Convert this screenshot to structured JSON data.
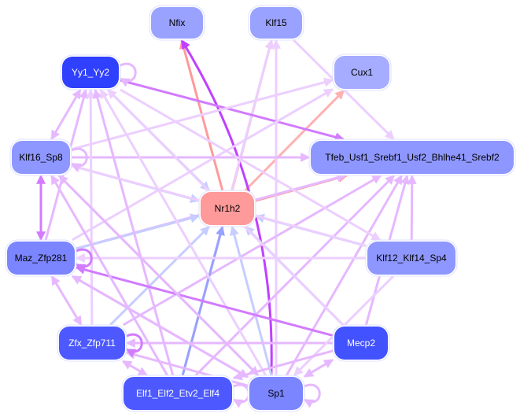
{
  "title": "Transcription factor regulatory network",
  "colors": {
    "edge_pink": "#ffb0b0",
    "edge_salmon": "#ff9a9a",
    "edge_violet": "#c040ff",
    "edge_purple_mid": "#d27bff",
    "edge_lilac": "#e6b8ff",
    "edge_lilac_light": "#eccfff",
    "edge_blue_light": "#c6cdff",
    "edge_blue_mid": "#97a1ff",
    "node_text_dark": "#000000",
    "node_text_light": "#ffffff"
  },
  "nodes": [
    {
      "id": "Nfix",
      "label": "Nfix",
      "fill": "#9aa2ff",
      "text": "dark"
    },
    {
      "id": "Klf15",
      "label": "Klf15",
      "fill": "#9aa2ff",
      "text": "dark"
    },
    {
      "id": "Yy1_Yy2",
      "label": "Yy1_Yy2",
      "fill": "#3040ff",
      "text": "light"
    },
    {
      "id": "Cux1",
      "label": "Cux1",
      "fill": "#a6acff",
      "text": "dark"
    },
    {
      "id": "Klf16_Sp8",
      "label": "Klf16_Sp8",
      "fill": "#8e97ff",
      "text": "dark"
    },
    {
      "id": "Tfeb",
      "label": "Tfeb_Usf1_Srebf1_Usf2_Bhlhe41_Srebf2",
      "fill": "#8e97ff",
      "text": "dark"
    },
    {
      "id": "Nr1h2",
      "label": "Nr1h2",
      "fill": "#ff9a9a",
      "text": "dark"
    },
    {
      "id": "Maz_Zfp281",
      "label": "Maz_Zfp281",
      "fill": "#7b85ff",
      "text": "dark"
    },
    {
      "id": "Klf12",
      "label": "Klf12_Klf14_Sp4",
      "fill": "#8e97ff",
      "text": "dark"
    },
    {
      "id": "Zfx_Zfp711",
      "label": "Zfx_Zfp711",
      "fill": "#4d59ff",
      "text": "light"
    },
    {
      "id": "Mecp2",
      "label": "Mecp2",
      "fill": "#4352ff",
      "text": "light"
    },
    {
      "id": "Elf",
      "label": "Elf1_Elf2_Etv2_Elf4",
      "fill": "#4d59ff",
      "text": "light"
    },
    {
      "id": "Sp1",
      "label": "Sp1",
      "fill": "#7b85ff",
      "text": "dark"
    }
  ],
  "edges": [
    {
      "from": "Nr1h2",
      "to": "Nfix",
      "color": "edge_salmon",
      "weight": 3
    },
    {
      "from": "Nr1h2",
      "to": "Klf15",
      "color": "edge_pink",
      "weight": 3
    },
    {
      "from": "Nr1h2",
      "to": "Cux1",
      "color": "edge_pink",
      "weight": 3
    },
    {
      "from": "Nr1h2",
      "to": "Tfeb",
      "color": "edge_salmon",
      "weight": 3
    },
    {
      "from": "Sp1",
      "to": "Nfix",
      "color": "edge_violet",
      "weight": 3,
      "curve": 0.15
    },
    {
      "from": "Sp1",
      "to": "Klf15",
      "color": "edge_lilac_light",
      "weight": 3
    },
    {
      "from": "Elf",
      "to": "Klf15",
      "color": "edge_lilac_light",
      "weight": 3
    },
    {
      "from": "Klf15",
      "to": "Tfeb",
      "color": "edge_lilac_light",
      "weight": 3
    },
    {
      "from": "Yy1_Yy2",
      "to": "Tfeb",
      "color": "edge_purple_mid",
      "weight": 3
    },
    {
      "from": "Klf16_Sp8",
      "to": "Cux1",
      "color": "edge_lilac_light",
      "weight": 3
    },
    {
      "from": "Maz_Zfp281",
      "to": "Cux1",
      "color": "edge_lilac_light",
      "weight": 3
    },
    {
      "from": "Klf16_Sp8",
      "to": "Tfeb",
      "color": "edge_lilac",
      "weight": 3
    },
    {
      "from": "Maz_Zfp281",
      "to": "Tfeb",
      "color": "edge_lilac",
      "weight": 3
    },
    {
      "from": "Zfx_Zfp711",
      "to": "Tfeb",
      "color": "edge_lilac",
      "weight": 3
    },
    {
      "from": "Elf",
      "to": "Tfeb",
      "color": "edge_lilac",
      "weight": 3
    },
    {
      "from": "Sp1",
      "to": "Tfeb",
      "color": "edge_lilac",
      "weight": 3
    },
    {
      "from": "Mecp2",
      "to": "Tfeb",
      "color": "edge_lilac",
      "weight": 3
    },
    {
      "from": "Klf12",
      "to": "Tfeb",
      "color": "edge_lilac",
      "weight": 3
    },
    {
      "from": "Yy1_Yy2",
      "to": "Klf12",
      "color": "edge_lilac_light",
      "weight": 3
    },
    {
      "from": "Yy1_Yy2",
      "to": "Nr1h2",
      "color": "edge_blue_light",
      "weight": 3
    },
    {
      "from": "Klf16_Sp8",
      "to": "Nr1h2",
      "color": "edge_blue_light",
      "weight": 3
    },
    {
      "from": "Maz_Zfp281",
      "to": "Nr1h2",
      "color": "edge_blue_light",
      "weight": 3
    },
    {
      "from": "Zfx_Zfp711",
      "to": "Nr1h2",
      "color": "edge_blue_light",
      "weight": 3
    },
    {
      "from": "Elf",
      "to": "Nr1h2",
      "color": "edge_blue_mid",
      "weight": 3
    },
    {
      "from": "Sp1",
      "to": "Nr1h2",
      "color": "edge_blue_light",
      "weight": 3
    },
    {
      "from": "Mecp2",
      "to": "Nr1h2",
      "color": "edge_blue_light",
      "weight": 3
    },
    {
      "from": "Klf12",
      "to": "Nr1h2",
      "color": "edge_blue_light",
      "weight": 3
    },
    {
      "from": "Klf16_Sp8",
      "to": "Yy1_Yy2",
      "color": "edge_lilac",
      "weight": 3,
      "bidir": true
    },
    {
      "from": "Maz_Zfp281",
      "to": "Yy1_Yy2",
      "color": "edge_lilac",
      "weight": 3
    },
    {
      "from": "Zfx_Zfp711",
      "to": "Yy1_Yy2",
      "color": "edge_lilac_light",
      "weight": 3
    },
    {
      "from": "Elf",
      "to": "Yy1_Yy2",
      "color": "edge_lilac",
      "weight": 3
    },
    {
      "from": "Sp1",
      "to": "Yy1_Yy2",
      "color": "edge_lilac_light",
      "weight": 3
    },
    {
      "from": "Mecp2",
      "to": "Yy1_Yy2",
      "color": "edge_lilac_light",
      "weight": 3
    },
    {
      "from": "Klf16_Sp8",
      "to": "Maz_Zfp281",
      "color": "edge_purple_mid",
      "weight": 3,
      "bidir": true
    },
    {
      "from": "Mecp2",
      "to": "Maz_Zfp281",
      "color": "edge_purple_mid",
      "weight": 3
    },
    {
      "from": "Klf12",
      "to": "Maz_Zfp281",
      "color": "edge_lilac_light",
      "weight": 3
    },
    {
      "from": "Zfx_Zfp711",
      "to": "Maz_Zfp281",
      "color": "edge_lilac",
      "weight": 3,
      "bidir": true
    },
    {
      "from": "Sp1",
      "to": "Maz_Zfp281",
      "color": "edge_lilac",
      "weight": 3
    },
    {
      "from": "Klf12",
      "to": "Klf16_Sp8",
      "color": "edge_lilac_light",
      "weight": 3
    },
    {
      "from": "Sp1",
      "to": "Klf16_Sp8",
      "color": "edge_lilac",
      "weight": 3
    },
    {
      "from": "Elf",
      "to": "Klf16_Sp8",
      "color": "edge_lilac",
      "weight": 3
    },
    {
      "from": "Mecp2",
      "to": "Zfx_Zfp711",
      "color": "edge_lilac",
      "weight": 3
    },
    {
      "from": "Sp1",
      "to": "Zfx_Zfp711",
      "color": "edge_lilac",
      "weight": 3
    },
    {
      "from": "Zfx_Zfp711",
      "to": "Elf",
      "color": "edge_lilac",
      "weight": 3,
      "bidir": true
    },
    {
      "from": "Sp1",
      "to": "Mecp2",
      "color": "edge_lilac",
      "weight": 3,
      "bidir": true
    },
    {
      "from": "Maz_Zfp281",
      "to": "Sp1",
      "color": "edge_lilac",
      "weight": 3
    },
    {
      "from": "Klf16_Sp8",
      "to": "Sp1",
      "color": "edge_lilac",
      "weight": 3
    },
    {
      "from": "Klf12",
      "to": "Sp1",
      "color": "edge_lilac_light",
      "weight": 3
    },
    {
      "from": "Mecp2",
      "to": "Elf",
      "color": "edge_lilac",
      "weight": 3
    },
    {
      "from": "Klf16_Sp8",
      "to": "Klf16_Sp8",
      "color": "edge_lilac",
      "weight": 3,
      "self": "right"
    },
    {
      "from": "Yy1_Yy2",
      "to": "Yy1_Yy2",
      "color": "edge_lilac",
      "weight": 3,
      "self": "right"
    },
    {
      "from": "Maz_Zfp281",
      "to": "Maz_Zfp281",
      "color": "edge_purple_mid",
      "weight": 3,
      "self": "right"
    },
    {
      "from": "Zfx_Zfp711",
      "to": "Zfx_Zfp711",
      "color": "edge_purple_mid",
      "weight": 3,
      "self": "right"
    },
    {
      "from": "Elf",
      "to": "Elf",
      "color": "edge_lilac",
      "weight": 3,
      "self": "right"
    },
    {
      "from": "Sp1",
      "to": "Sp1",
      "color": "edge_lilac",
      "weight": 3,
      "self": "right"
    }
  ]
}
